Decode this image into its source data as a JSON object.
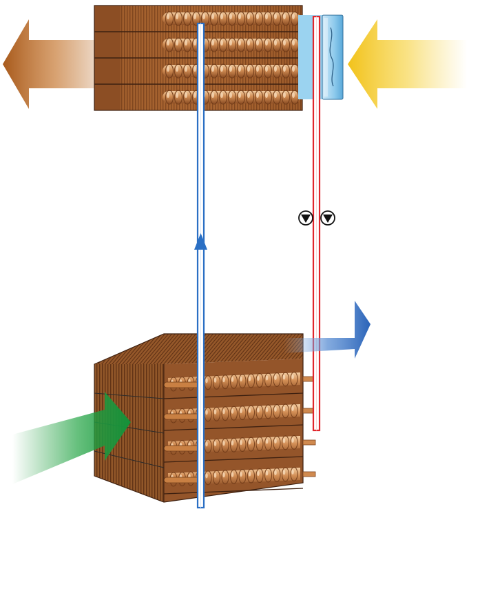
{
  "diagram": {
    "components": [
      {
        "id": "upper-coil",
        "kind": "heat-exchanger-coil"
      },
      {
        "id": "lower-coil",
        "kind": "heat-exchanger-coil"
      },
      {
        "id": "expansion-unit",
        "kind": "control-box"
      },
      {
        "id": "pump",
        "kind": "circulation-pump"
      }
    ],
    "arrows": [
      {
        "id": "exhaust-out",
        "icon": "arrow-left-icon",
        "color": "#b5651d"
      },
      {
        "id": "supply-in",
        "icon": "arrow-left-icon",
        "color": "#f2c21a"
      },
      {
        "id": "supply-out",
        "icon": "arrow-right-icon",
        "color": "#2e6fc0"
      },
      {
        "id": "fresh-in",
        "icon": "arrow-right-icon",
        "color": "#1d9a3c"
      }
    ],
    "lines": [
      {
        "id": "return-line",
        "color": "#2a6fc4"
      },
      {
        "id": "flow-line",
        "color": "#e0262c"
      }
    ],
    "colors": {
      "copper": "#c8824a",
      "copper_dark": "#7a4320",
      "fin": "#9a5a2c",
      "box_blue": "#7fc3ea"
    }
  }
}
